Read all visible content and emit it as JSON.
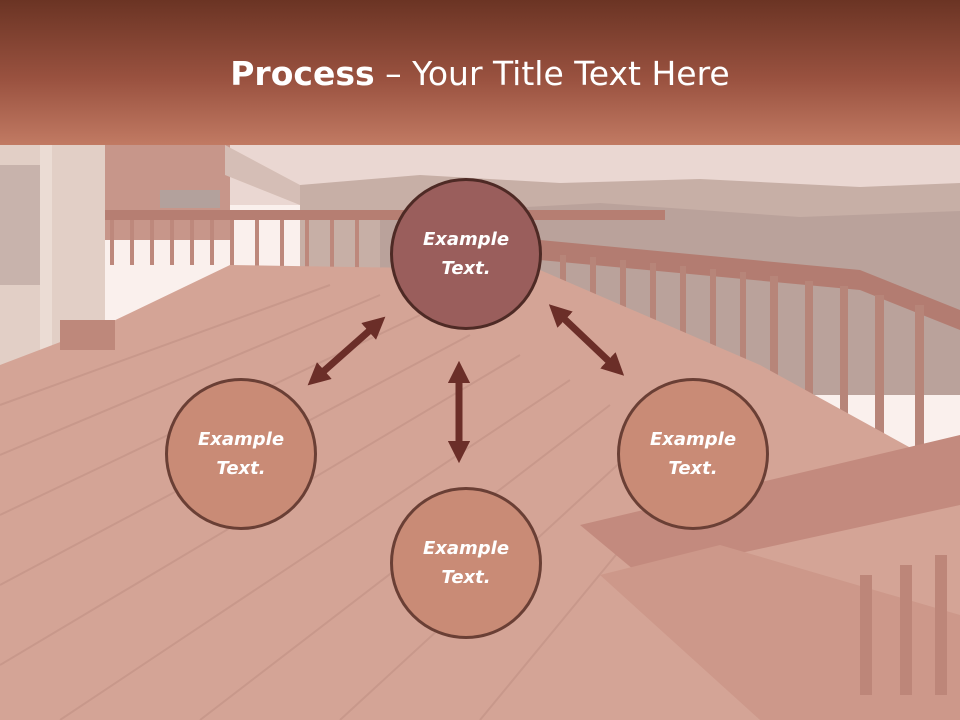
{
  "slide": {
    "title_bold": "Process",
    "title_rest": " – Your Title Text Here"
  },
  "diagram": {
    "center_node": {
      "line1": "Example",
      "line2": "Text."
    },
    "left_node": {
      "line1": "Example",
      "line2": "Text."
    },
    "right_node": {
      "line1": "Example",
      "line2": "Text."
    },
    "bottom_node": {
      "line1": "Example",
      "line2": "Text."
    }
  },
  "colors": {
    "header_top": "#6b3424",
    "header_bottom": "#c17a63",
    "center_fill": "#9a5e5c",
    "node_fill": "#c98b76",
    "node_border": "#6a3f35",
    "arrow": "#6b2e28"
  }
}
